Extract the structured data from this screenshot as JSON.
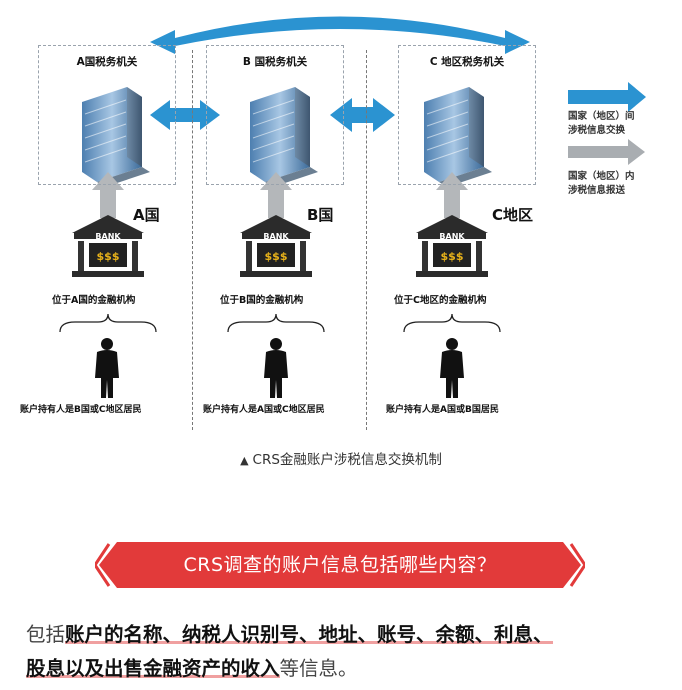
{
  "diagram": {
    "offices": [
      {
        "title": "A国税务机关"
      },
      {
        "title": "B 国税务机关"
      },
      {
        "title": "C 地区税务机关"
      }
    ],
    "countries": [
      "A国",
      "B国",
      "C地区"
    ],
    "bank_sign": "BANK",
    "bank_money": "$$$",
    "bank_captions": [
      "位于A国的金融机构",
      "位于B国的金融机构",
      "位于C地区的金融机构"
    ],
    "holder_captions": [
      "账户持有人是B国或C地区居民",
      "账户持有人是A国或C地区居民",
      "账户持有人是A国或B国居民"
    ],
    "legend": [
      {
        "line1": "国家（地区）间",
        "line2": "涉税信息交换",
        "color": "#2b93d1"
      },
      {
        "line1": "国家（地区）内",
        "line2": "涉税信息报送",
        "color": "#a9adb1"
      }
    ],
    "caption_marker": "▲",
    "caption": "CRS金融账户涉税信息交换机制"
  },
  "question": {
    "text": "CRS调查的账户信息包括哪些内容？",
    "color": "#e23a3a"
  },
  "answer": {
    "prefix": "包括",
    "highlight_line1": "账户的名称、纳税人识别号、地址、账号、余额、利息、",
    "highlight_line2": "股息以及出售金融资产的收入",
    "suffix": "等信息。"
  }
}
